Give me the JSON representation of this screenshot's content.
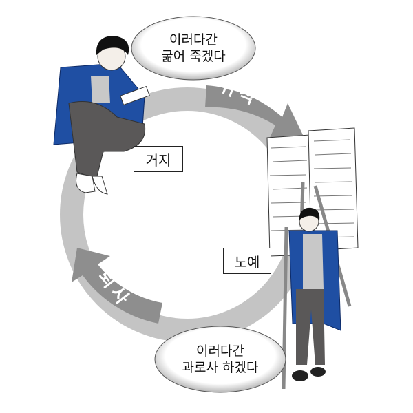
{
  "cycle": {
    "stages": [
      {
        "id": "beggar",
        "label": "거지"
      },
      {
        "id": "slave",
        "label": "노예"
      }
    ],
    "transitions": [
      {
        "id": "employment",
        "label": "취직"
      },
      {
        "id": "resignation",
        "label": "퇴사"
      }
    ],
    "bubbles": [
      {
        "id": "top",
        "line1": "이러다간",
        "line2": "굶어 죽겠다"
      },
      {
        "id": "bottom",
        "line1": "이러다간",
        "line2": "과로사 하겠다"
      }
    ]
  },
  "colors": {
    "ring": "#bdbdbd",
    "arrow": "#8c8c8c",
    "coat": "#1f4fa3",
    "pants": "#5a5858",
    "hair": "#111111",
    "paper": "#ffffff"
  }
}
